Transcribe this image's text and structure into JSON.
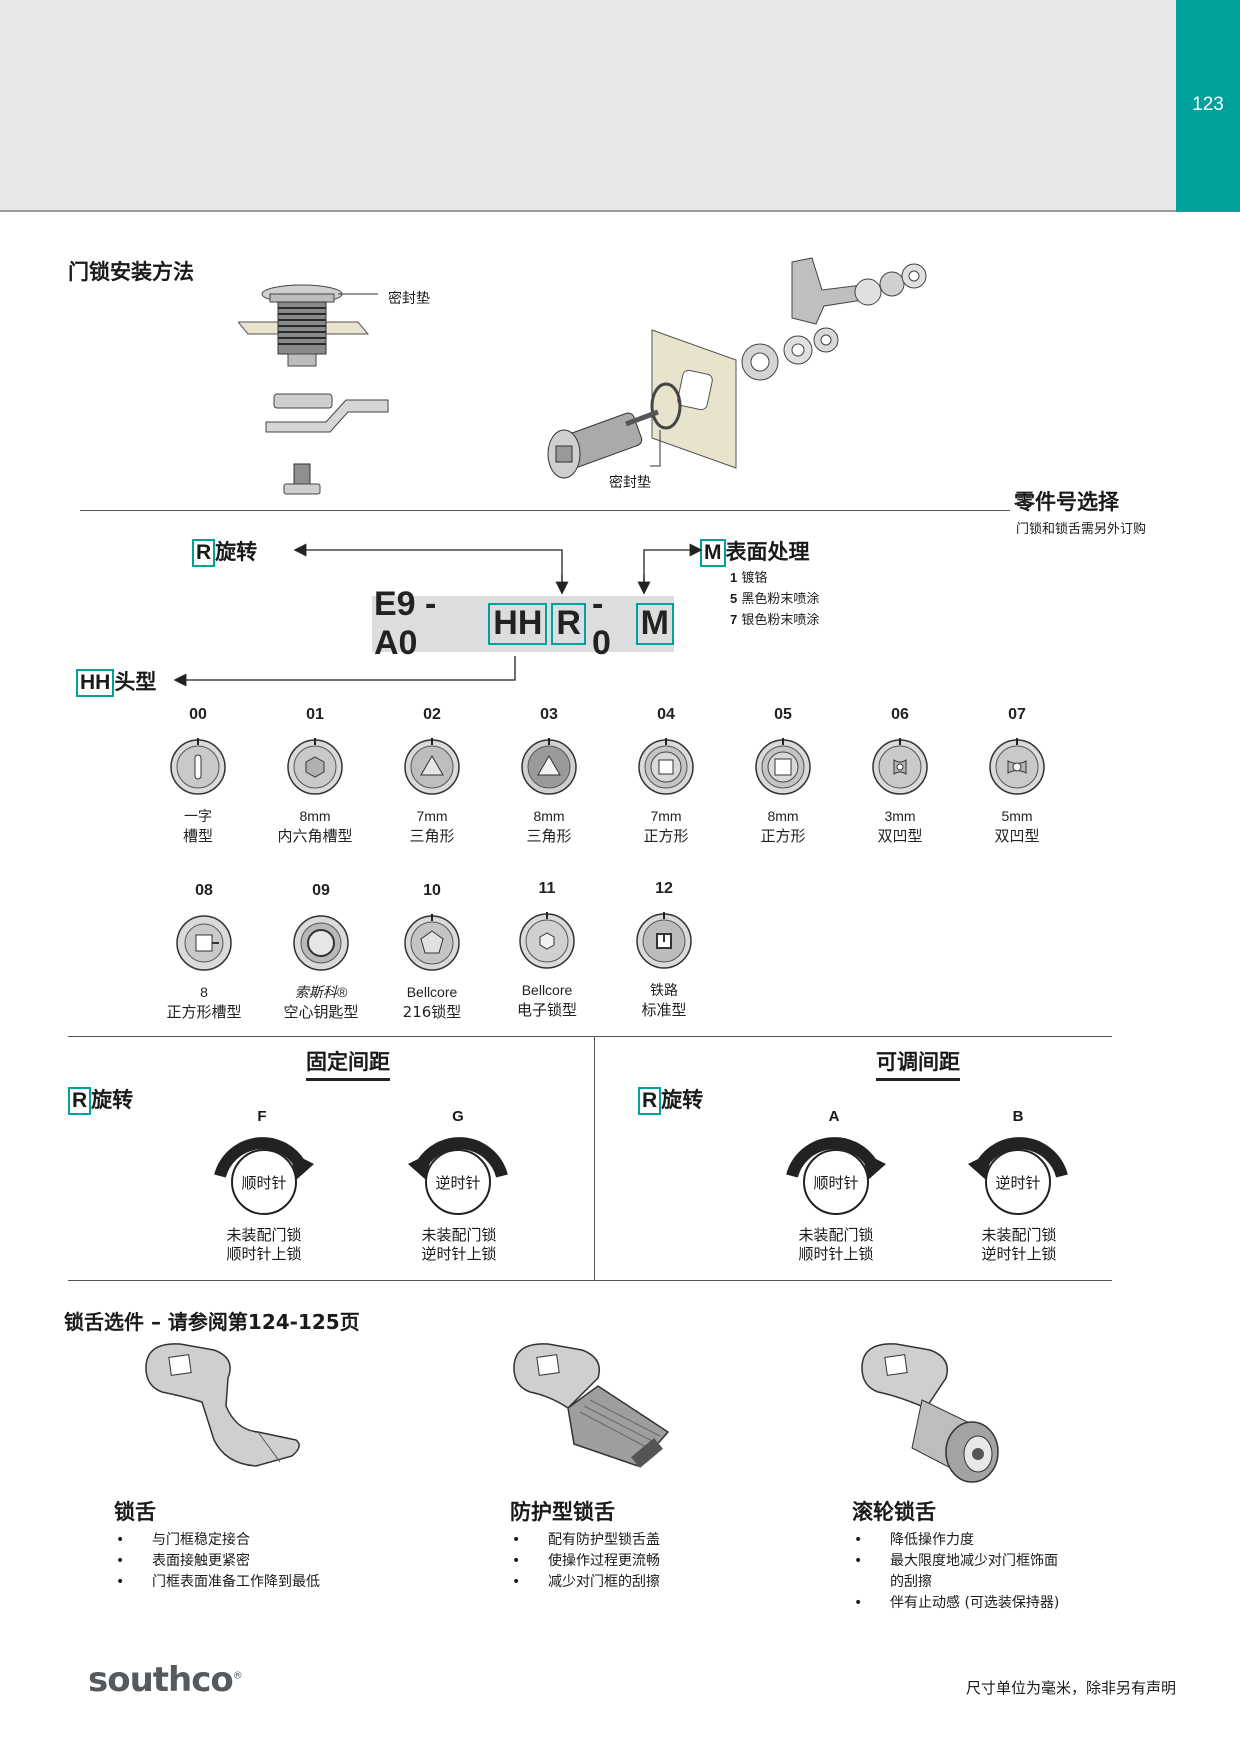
{
  "page_number": "123",
  "install": {
    "title": "门锁安装方法",
    "gasket_label": "密封垫",
    "gasket_label_2": "密封垫"
  },
  "part_selection": {
    "title": "零件号选择",
    "note": "门锁和锁舌需另外订购"
  },
  "rotation_callout": {
    "tag": "R",
    "label": "旋转"
  },
  "finish_callout": {
    "tag": "M",
    "label": "表面处理"
  },
  "finishes": [
    {
      "code": "1",
      "name": "镀铬"
    },
    {
      "code": "5",
      "name": "黑色粉末喷涂"
    },
    {
      "code": "7",
      "name": "银色粉末喷涂"
    }
  ],
  "part_number": {
    "prefix": "E9 - A0",
    "hh": "HH",
    "r": "R",
    "mid": "- 0",
    "m": "M"
  },
  "head_callout": {
    "tag": "HH",
    "label": "头型"
  },
  "head_types": [
    {
      "code": "00",
      "line1": "一字",
      "line2": "槽型",
      "icon": "slot-icon"
    },
    {
      "code": "01",
      "line1": "8mm",
      "line2": "内六角槽型",
      "icon": "hex-socket-icon"
    },
    {
      "code": "02",
      "line1": "7mm",
      "line2": "三角形",
      "icon": "triangle-icon"
    },
    {
      "code": "03",
      "line1": "8mm",
      "line2": "三角形",
      "icon": "triangle-icon"
    },
    {
      "code": "04",
      "line1": "7mm",
      "line2": "正方形",
      "icon": "square-icon"
    },
    {
      "code": "05",
      "line1": "8mm",
      "line2": "正方形",
      "icon": "square-icon"
    },
    {
      "code": "06",
      "line1": "3mm",
      "line2": "双凹型",
      "icon": "double-d-icon"
    },
    {
      "code": "07",
      "line1": "5mm",
      "line2": "双凹型",
      "icon": "double-d-icon"
    },
    {
      "code": "08",
      "line1": "8",
      "line2": "正方形槽型",
      "icon": "square-slot-icon"
    },
    {
      "code": "09",
      "line1": "索斯科®",
      "line2": "空心钥匙型",
      "icon": "hollow-key-icon"
    },
    {
      "code": "10",
      "line1": "Bellcore",
      "line2": "216锁型",
      "icon": "pentagon-icon"
    },
    {
      "code": "11",
      "line1": "Bellcore",
      "line2": "电子锁型",
      "icon": "hex-icon"
    },
    {
      "code": "12",
      "line1": "铁路",
      "line2": "标准型",
      "icon": "railway-icon"
    }
  ],
  "fixed_spacing": {
    "title": "固定间距",
    "rotation": {
      "tag": "R",
      "label": "旋转"
    },
    "options": [
      {
        "code": "F",
        "direction": "顺时针",
        "line1": "未装配门锁",
        "line2": "顺时针上锁"
      },
      {
        "code": "G",
        "direction": "逆时针",
        "line1": "未装配门锁",
        "line2": "逆时针上锁"
      }
    ]
  },
  "adjustable_spacing": {
    "title": "可调间距",
    "rotation": {
      "tag": "R",
      "label": "旋转"
    },
    "options": [
      {
        "code": "A",
        "direction": "顺时针",
        "line1": "未装配门锁",
        "line2": "顺时针上锁"
      },
      {
        "code": "B",
        "direction": "逆时针",
        "line1": "未装配门锁",
        "line2": "逆时针上锁"
      }
    ]
  },
  "cams": {
    "title": "锁舌选件 – 请参阅第124-125页",
    "items": [
      {
        "name": "锁舌",
        "bullets": [
          "与门框稳定接合",
          "表面接触更紧密",
          "门框表面准备工作降到最低"
        ]
      },
      {
        "name": "防护型锁舌",
        "bullets": [
          "配有防护型锁舌盖",
          "使操作过程更流畅",
          "减少对门框的刮擦"
        ]
      },
      {
        "name": "滚轮锁舌",
        "bullets": [
          "降低操作力度",
          "最大限度地减少对门框饰面",
          "的刮擦",
          "伴有止动感 (可选装保持器)"
        ]
      }
    ]
  },
  "footer": {
    "logo_text": "southco",
    "logo_mark": "®",
    "note": "尺寸单位为毫米，除非另有声明"
  },
  "colors": {
    "accent": "#00a19a",
    "band": "#e6e7e9",
    "part_box": "#dcdddf"
  }
}
